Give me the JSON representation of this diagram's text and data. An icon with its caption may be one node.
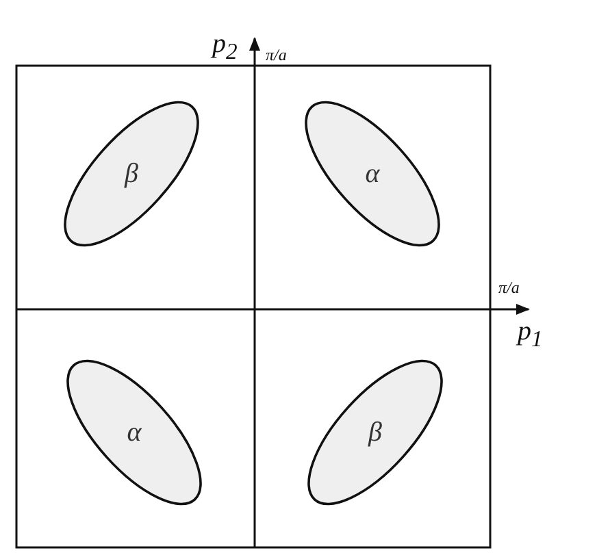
{
  "diagram": {
    "nodes": [
      {
        "text": [
          "β"
        ]
      },
      {
        "text": [
          "α"
        ]
      },
      {
        "text": [
          "α"
        ]
      },
      {
        "text": [
          "β"
        ]
      }
    ],
    "labels": [
      "p$_{2}$",
      "π/a",
      "π/a",
      "p$_{1}$"
    ]
  }
}
